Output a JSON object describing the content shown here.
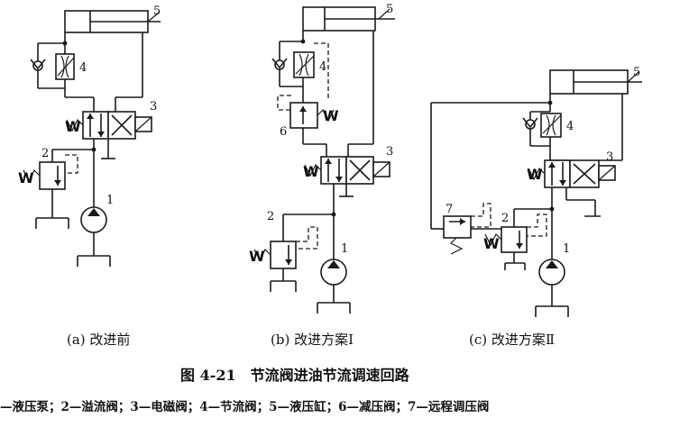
{
  "figure": {
    "title": "图 4-21　节流阀进油节流调速回路",
    "legend": "—液压泵；2—溢流阀；3—电磁阀；4—节流阀；5—液压缸；6—减压阀；7—远程调压阀"
  },
  "panels": [
    {
      "caption": "(a) 改进前",
      "labels": [
        "1",
        "2",
        "3",
        "4",
        "5"
      ]
    },
    {
      "caption": "(b) 改进方案Ⅰ",
      "labels": [
        "1",
        "2",
        "3",
        "4",
        "5",
        "6"
      ]
    },
    {
      "caption": "(c) 改进方案Ⅱ",
      "labels": [
        "1",
        "2",
        "3",
        "4",
        "5",
        "7"
      ]
    }
  ],
  "symbols": {
    "spring": "W"
  }
}
